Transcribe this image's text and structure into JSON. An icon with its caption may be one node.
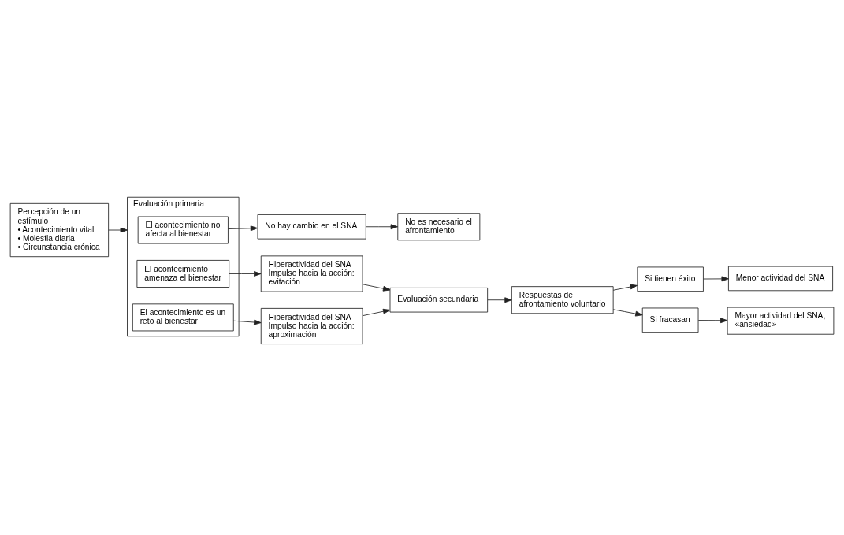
{
  "diagram": {
    "nodes": [
      {
        "text": [
          "Percepción de un estímulo",
          "• Acontecimiento vital",
          "• Molestia diaria",
          "• Circunstancia crónica"
        ]
      },
      {
        "text": [
          "Evaluación primaria"
        ]
      },
      {
        "text": [
          "El acontecimiento no afecta al bienestar"
        ],
        "in": 1
      },
      {
        "text": [
          "El acontecimiento amenaza el bienestar"
        ],
        "in": 1
      },
      {
        "text": [
          "El acontecimiento es un reto al bienestar"
        ],
        "in": 1
      },
      {
        "text": [
          "No hay cambio en el SNA"
        ]
      },
      {
        "text": [
          "No es necesario el afrontamiento"
        ]
      },
      {
        "text": [
          "Hiperactividad del SNA Impulso hacia la acción: evitación"
        ]
      },
      {
        "text": [
          "Hiperactividad del SNA Impulso hacia la acción: aproximación"
        ]
      },
      {
        "text": [
          "Evaluación secundaria"
        ]
      },
      {
        "text": [
          "Respuestas de afrontamiento voluntario"
        ]
      },
      {
        "text": [
          "Si tienen éxito"
        ]
      },
      {
        "text": [
          "Menor actividad del SNA"
        ]
      },
      {
        "text": [
          "Si fracasan"
        ]
      },
      {
        "text": [
          "Mayor actividad del SNA, «ansiedad»"
        ]
      }
    ],
    "edges": [
      {
        "from": 0,
        "to": 1,
        "arrow": "to"
      },
      {
        "from": 2,
        "to": 5,
        "arrow": "to"
      },
      {
        "from": 5,
        "to": 6,
        "arrow": "to"
      },
      {
        "from": 3,
        "to": 7,
        "arrow": "to"
      },
      {
        "from": 4,
        "to": 8,
        "arrow": "to"
      },
      {
        "from": 7,
        "to": 9,
        "arrow": "to"
      },
      {
        "from": 8,
        "to": 9,
        "arrow": "to"
      },
      {
        "from": 9,
        "to": 10,
        "arrow": "to"
      },
      {
        "from": 10,
        "to": 11,
        "arrow": "to"
      },
      {
        "from": 10,
        "to": 13,
        "arrow": "to"
      },
      {
        "from": 11,
        "to": 12,
        "arrow": "to"
      },
      {
        "from": 13,
        "to": 14,
        "arrow": "to"
      }
    ]
  }
}
